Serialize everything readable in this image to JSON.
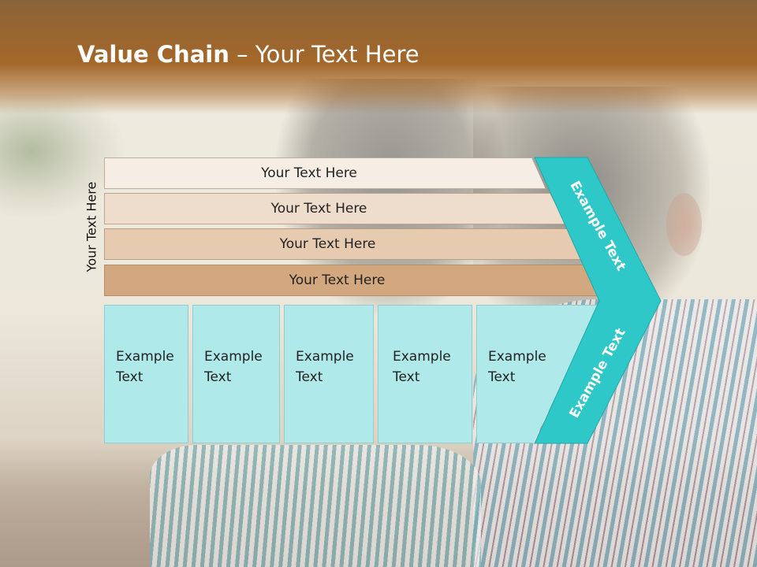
{
  "title": {
    "bold": "Value Chain",
    "rest": " – Your Text Here"
  },
  "side_label": "Your Text Here",
  "bands": [
    {
      "label": "Your Text Here",
      "color": "#f6ede5"
    },
    {
      "label": "Your Text Here",
      "color": "#eeddcc"
    },
    {
      "label": "Your Text Here",
      "color": "#e6cbb0"
    },
    {
      "label": "Your Text Here",
      "color": "#d4a87e"
    }
  ],
  "columns": [
    {
      "line1": "Example",
      "line2": "Text"
    },
    {
      "line1": "Example",
      "line2": "Text"
    },
    {
      "line1": "Example",
      "line2": "Text"
    },
    {
      "line1": "Example",
      "line2": "Text"
    },
    {
      "line1": "Example",
      "line2": "Text"
    }
  ],
  "arrow": {
    "upper_label": "Example Text",
    "lower_label": "Example Text",
    "color": "#2ec8c8"
  }
}
